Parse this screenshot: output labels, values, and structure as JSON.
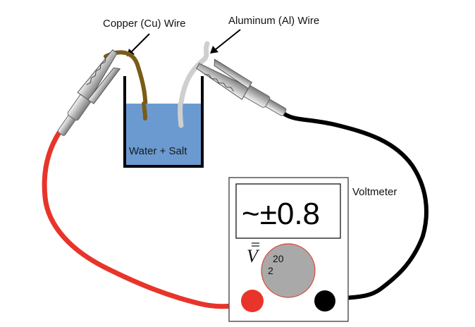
{
  "labels": {
    "copper_wire": "Copper (Cu) Wire",
    "aluminum_wire": "Aluminum (Al) Wire",
    "solution": "Water + Salt",
    "voltmeter": "Voltmeter"
  },
  "voltmeter": {
    "display_reading": "~±0.8",
    "mode_symbol": "V",
    "dial_ranges": [
      "20",
      "2"
    ],
    "terminals": [
      "red-terminal",
      "black-terminal"
    ]
  },
  "colors": {
    "copper_wire": "#7a5c18",
    "aluminum_wire": "#cfcfcf",
    "water": "#6a9ad0",
    "red_lead": "#e8342a",
    "black_lead": "#000000",
    "dial_fill": "#a9a9a9",
    "dial_border": "#e04030"
  }
}
